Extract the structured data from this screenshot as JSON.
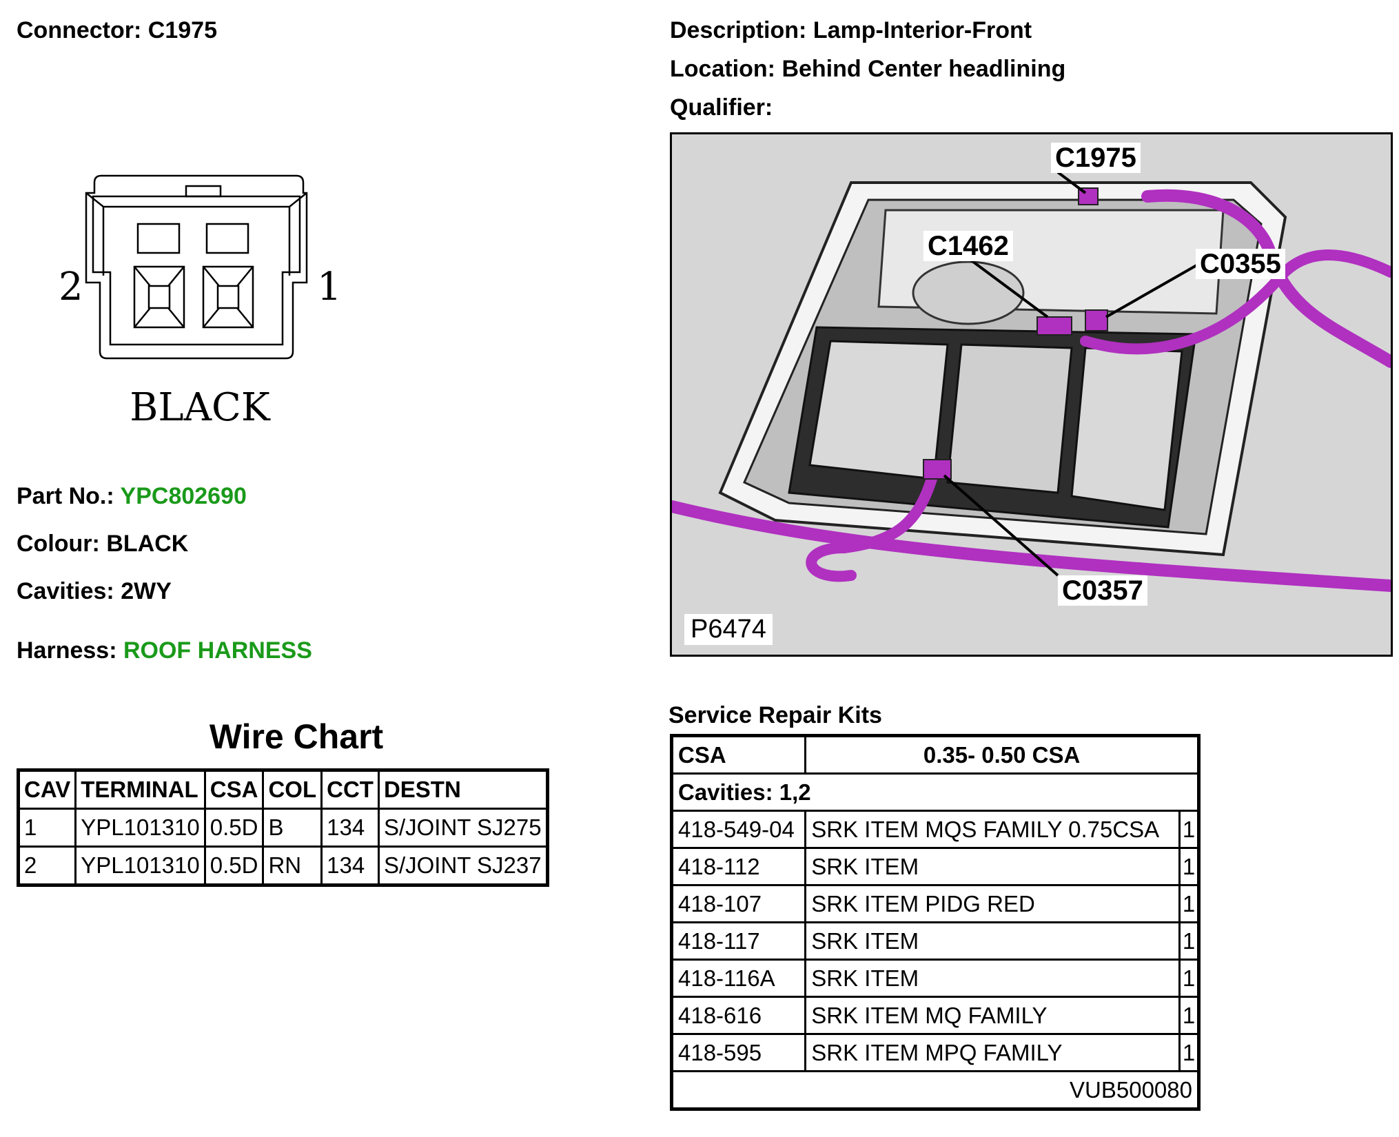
{
  "connector": {
    "label": "Connector:",
    "value": "C1975"
  },
  "description": {
    "label": "Description:",
    "value": "Lamp-Interior-Front"
  },
  "location": {
    "label": "Location:",
    "value": "Behind Center headlining"
  },
  "qualifier": {
    "label": "Qualifier:",
    "value": ""
  },
  "face": {
    "pin_left": "2",
    "pin_right": "1",
    "colour_text": "BLACK"
  },
  "part_no": {
    "label": "Part No.:",
    "value": "YPC802690"
  },
  "colour": {
    "label": "Colour:",
    "value": "BLACK"
  },
  "cavities": {
    "label": "Cavities:",
    "value": "2WY"
  },
  "harness": {
    "label": "Harness:",
    "value": "ROOF HARNESS"
  },
  "wire_chart": {
    "title": "Wire Chart",
    "headers": [
      "CAV",
      "TERMINAL",
      "CSA",
      "COL",
      "CCT",
      "DESTN"
    ],
    "rows": [
      [
        "1",
        "YPL101310",
        "0.5D",
        "B",
        "134",
        "S/JOINT SJ275"
      ],
      [
        "2",
        "YPL101310",
        "0.5D",
        "RN",
        "134",
        "S/JOINT SJ237"
      ]
    ]
  },
  "photo": {
    "callouts": [
      "C1975",
      "C1462",
      "C0355",
      "C0357"
    ],
    "image_id": "P6474",
    "harness_color": "#b030c0"
  },
  "srk": {
    "title": "Service Repair Kits",
    "csa_label": "CSA",
    "csa_value": "0.35- 0.50 CSA",
    "cavities": "Cavities: 1,2",
    "items": [
      [
        "418-549-04",
        "SRK ITEM MQS FAMILY 0.75CSA",
        "1"
      ],
      [
        "418-112",
        "SRK ITEM",
        "1"
      ],
      [
        "418-107",
        "SRK ITEM PIDG RED",
        "1"
      ],
      [
        "418-117",
        "SRK ITEM",
        "1"
      ],
      [
        "418-116A",
        "SRK ITEM",
        "1"
      ],
      [
        "418-616",
        "SRK ITEM MQ FAMILY",
        "1"
      ],
      [
        "418-595",
        "SRK ITEM MPQ FAMILY",
        "1"
      ]
    ],
    "footer": "VUB500080"
  }
}
